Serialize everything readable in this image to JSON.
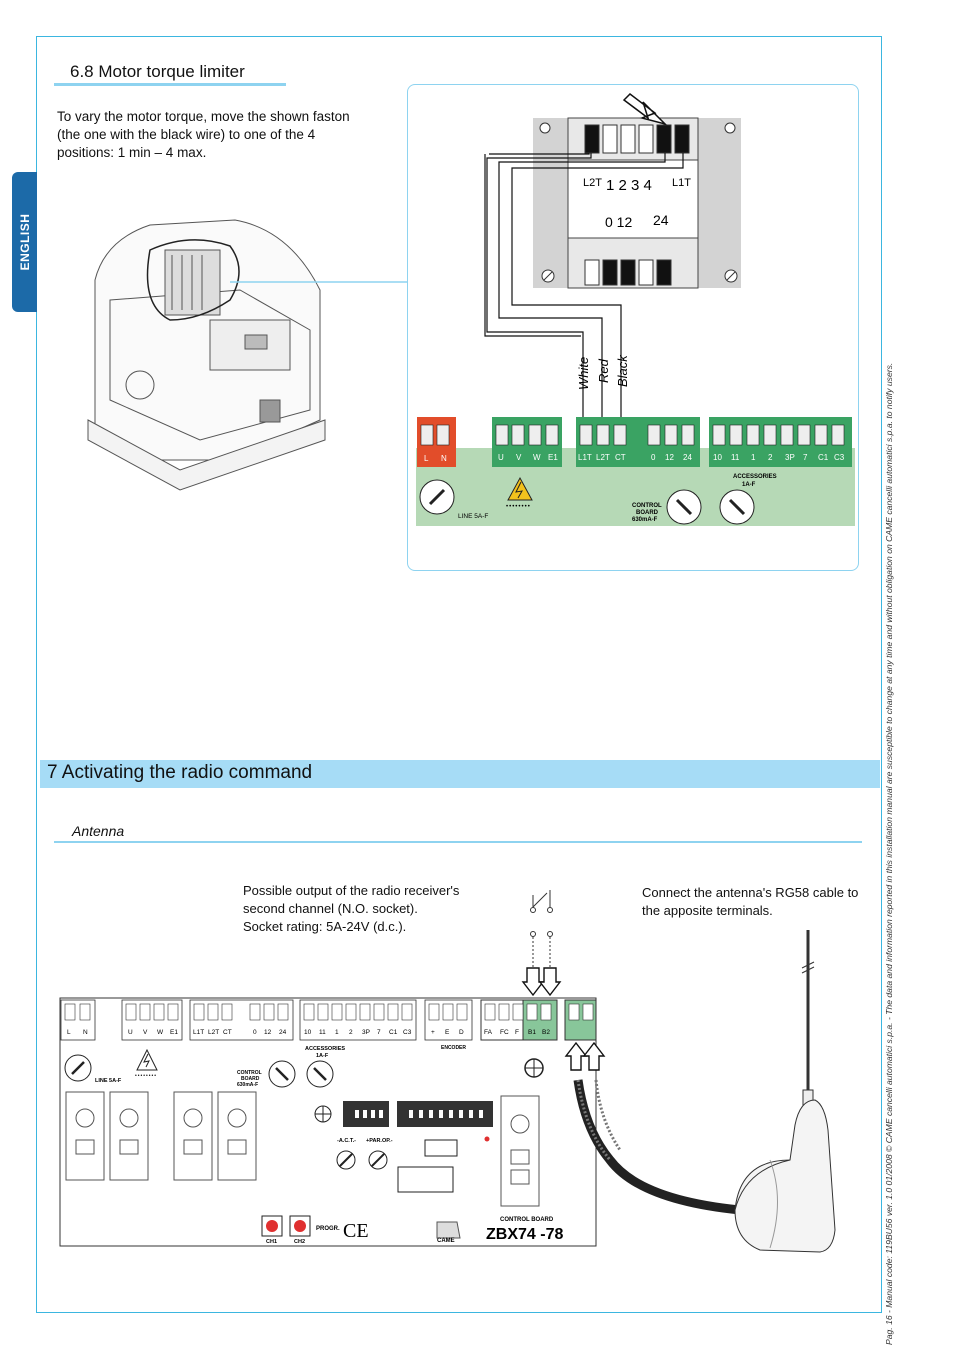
{
  "language_tab": "ENGLISH",
  "section_68": {
    "heading": "6.8 Motor torque limiter",
    "body": "To vary the motor torque, move the shown faston (the one with the black wire) to one of the 4 positions: 1 min – 4 max."
  },
  "transformer": {
    "label_l2t": "L2T",
    "positions": "1 2 3 4",
    "label_l1t": "L1T",
    "label_012": "0 12",
    "label_24": "24"
  },
  "wires": {
    "white": "White",
    "red": "Red",
    "black": "Black"
  },
  "board_top": {
    "red_labels": [
      "L",
      "N"
    ],
    "g1_labels": [
      "U",
      "V",
      "W",
      "E1"
    ],
    "g2_labels": [
      "L1T",
      "L2T",
      "CT",
      "0",
      "12",
      "24"
    ],
    "g3_labels": [
      "10",
      "11",
      "1",
      "2",
      "3P",
      "7",
      "C1",
      "C3"
    ],
    "accessories": "ACCESSORIES",
    "acc_fuse": "1A-F",
    "line": "LINE 5A-F",
    "control_board": "CONTROL",
    "board_word": "BOARD",
    "cb_fuse": "630mA-F"
  },
  "section_7": {
    "heading": "7 Activating the radio command",
    "subheading": "Antenna"
  },
  "radio_text": {
    "possible_output": "Possible output of the radio receiver's second channel (N.O. socket).",
    "rating": "Socket rating: 5A-24V (d.c.).",
    "antenna_text": "Connect the antenna's RG58 cable to the apposite terminals."
  },
  "board_bottom": {
    "g1": [
      "L",
      "N"
    ],
    "g2": [
      "U",
      "V",
      "W",
      "E1"
    ],
    "g3": [
      "L1T",
      "L2T",
      "CT",
      "0",
      "12",
      "24"
    ],
    "g4": [
      "10",
      "11",
      "1",
      "2",
      "3P",
      "7",
      "C1",
      "C3"
    ],
    "g5": [
      "+",
      "E",
      "D"
    ],
    "g6": [
      "FA",
      "FC",
      "F",
      "B1",
      "B2"
    ],
    "encoder": "ENCODER",
    "accessories": "ACCESSORIES",
    "acc_fuse": "1A-F",
    "line": "LINE 5A-F",
    "control_board": "CONTROL",
    "board_word": "BOARD",
    "cb_fuse": "630mA-F",
    "act": "-A.C.T.-",
    "parop": "+PAR.OP.-",
    "ch1": "CH1",
    "ch2": "CH2",
    "progr": "PROGR.",
    "ce": "CE",
    "came": "CAME",
    "cb_label": "CONTROL BOARD",
    "model": "ZBX74 -78"
  },
  "side_text": "Pag. 16 - Manual code: 119BU56 ver. 1.0 01/2008 © CAME cancelli automatici s.p.a. - The data and information reported in this installation manual are susceptible to change at any time and without obligation on CAME cancelli automatici s.p.a. to notify users."
}
